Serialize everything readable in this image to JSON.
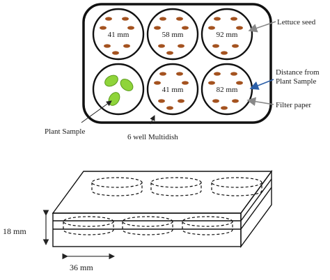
{
  "top_view": {
    "wells": [
      {
        "distance": "41 mm",
        "content": "seeds"
      },
      {
        "distance": "58 mm",
        "content": "seeds"
      },
      {
        "distance": "92 mm",
        "content": "seeds"
      },
      {
        "distance": "",
        "content": "plant"
      },
      {
        "distance": "41 mm",
        "content": "seeds"
      },
      {
        "distance": "82 mm",
        "content": "seeds"
      }
    ],
    "labels": {
      "lettuce_seed": "Lettuce seed",
      "distance_line1": "Distance from",
      "distance_line2": "Plant Sample",
      "filter_paper": "Filter paper",
      "plant_sample": "Plant Sample",
      "multidish": "6 well Multidish"
    }
  },
  "side_view": {
    "height_label": "18 mm",
    "width_label": "36 mm"
  },
  "colors": {
    "seed": "#a4521f",
    "leaf": "#8fd43a",
    "leaf_edge": "#5a9a1c",
    "arrow_gray": "#888888",
    "arrow_blue": "#2b5fa8"
  }
}
